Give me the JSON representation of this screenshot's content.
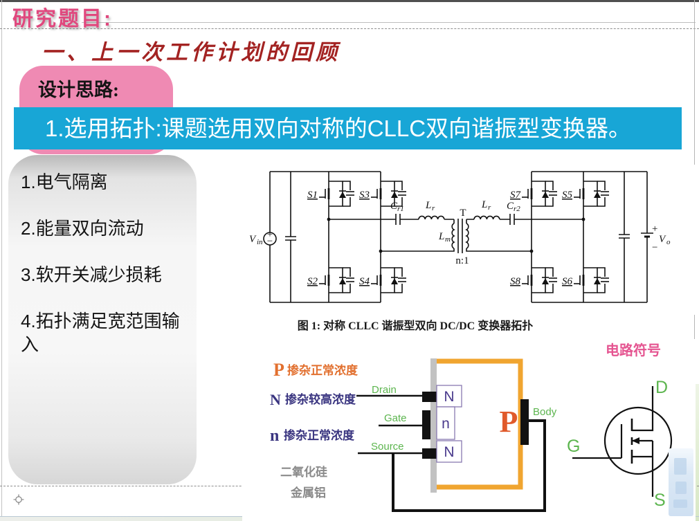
{
  "slide": {
    "page_title": "研究题目:",
    "section_heading": "一、上一次工作计划的回顾",
    "design_box_label": "设计思路:",
    "topology_banner": "1.选用拓扑:课题选用双向对称的CLLC双向谐振型变换器。"
  },
  "features": {
    "items": [
      "1.电气隔离",
      "2.能量双向流动",
      "3.软开关减少损耗",
      "4.拓扑满足宽范围输入"
    ]
  },
  "circuit": {
    "caption": "图 1: 对称 CLLC 谐振型双向 DC/DC 变换器拓扑",
    "switches": [
      "S1",
      "S2",
      "S3",
      "S4",
      "S5",
      "S6",
      "S7",
      "S8"
    ],
    "vin": {
      "base": "V",
      "sub": "in"
    },
    "vo": {
      "base": "V",
      "sub": "o"
    },
    "cr1": {
      "base": "C",
      "sub": "r1"
    },
    "cr2": {
      "base": "C",
      "sub": "r2"
    },
    "lr_left": {
      "base": "L",
      "sub": "r"
    },
    "lr_right": {
      "base": "L",
      "sub": "r"
    },
    "lm": {
      "base": "L",
      "sub": "m"
    },
    "transformer": "T",
    "turns_ratio": "n:1",
    "plus": "+",
    "minus": "−"
  },
  "structure": {
    "legend_p_sym": "P",
    "legend_p_text": "掺杂正常浓度",
    "legend_n_sym": "N",
    "legend_n_text": "掺杂较高浓度",
    "legend_n2_sym": "n",
    "legend_n2_text": "掺杂正常浓度",
    "drain": "Drain",
    "gate": "Gate",
    "source": "Source",
    "body": "Body",
    "region_n_top": "N",
    "region_n_mid": "n",
    "region_n_bottom": "N",
    "region_p": "P",
    "oxide": "二氧化硅",
    "metal": "金属铝"
  },
  "symbol": {
    "title": "电路符号",
    "d": "D",
    "g": "G",
    "s": "S"
  },
  "colors": {
    "banner_cyan": "#18a6d6",
    "design_pink": "#ef8ab3",
    "title_pink": "#e0487e",
    "heading_red": "#a32322",
    "legend_orange": "#e2702f",
    "legend_purple": "#3a3580",
    "terminal_green": "#5cb54e",
    "metal_orange": "#f0a530",
    "p_body_orange": "#e05a2b"
  }
}
